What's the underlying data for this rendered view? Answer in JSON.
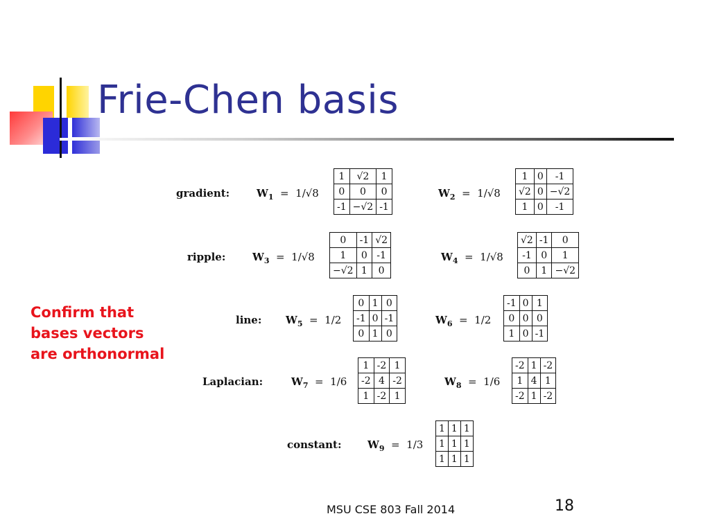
{
  "slide": {
    "title": "Frie-Chen basis",
    "note_lines": [
      "Confirm that",
      "bases vectors",
      "are orthonormal"
    ],
    "footer": "MSU CSE 803 Fall 2014",
    "page_number": "18"
  },
  "rows": [
    {
      "label": "gradient:",
      "left": {
        "name": "W",
        "sub": "1",
        "coef": "1/√8"
      },
      "right": {
        "name": "W",
        "sub": "2",
        "coef": "1/√8"
      }
    },
    {
      "label": "ripple:",
      "left": {
        "name": "W",
        "sub": "3",
        "coef": "1/√8"
      },
      "right": {
        "name": "W",
        "sub": "4",
        "coef": "1/√8"
      }
    },
    {
      "label": "line:",
      "left": {
        "name": "W",
        "sub": "5",
        "coef": "1/2"
      },
      "right": {
        "name": "W",
        "sub": "6",
        "coef": "1/2"
      }
    },
    {
      "label": "Laplacian:",
      "left": {
        "name": "W",
        "sub": "7",
        "coef": "1/6"
      },
      "right": {
        "name": "W",
        "sub": "8",
        "coef": "1/6"
      }
    },
    {
      "label": "constant:",
      "left": {
        "name": "W",
        "sub": "9",
        "coef": "1/3"
      }
    }
  ],
  "matrices": {
    "w1": [
      [
        "1",
        "√2",
        "1"
      ],
      [
        "0",
        "0",
        "0"
      ],
      [
        "-1",
        "−√2",
        "-1"
      ]
    ],
    "w2": [
      [
        "1",
        "0",
        "-1"
      ],
      [
        "√2",
        "0",
        "−√2"
      ],
      [
        "1",
        "0",
        "-1"
      ]
    ],
    "w3": [
      [
        "0",
        "-1",
        "√2"
      ],
      [
        "1",
        "0",
        "-1"
      ],
      [
        "−√2",
        "1",
        "0"
      ]
    ],
    "w4": [
      [
        "√2",
        "-1",
        "0"
      ],
      [
        "-1",
        "0",
        "1"
      ],
      [
        "0",
        "1",
        "−√2"
      ]
    ],
    "w5": [
      [
        "0",
        "1",
        "0"
      ],
      [
        "-1",
        "0",
        "-1"
      ],
      [
        "0",
        "1",
        "0"
      ]
    ],
    "w6": [
      [
        "-1",
        "0",
        "1"
      ],
      [
        "0",
        "0",
        "0"
      ],
      [
        "1",
        "0",
        "-1"
      ]
    ],
    "w7": [
      [
        "1",
        "-2",
        "1"
      ],
      [
        "-2",
        "4",
        "-2"
      ],
      [
        "1",
        "-2",
        "1"
      ]
    ],
    "w8": [
      [
        "-2",
        "1",
        "-2"
      ],
      [
        "1",
        "4",
        "1"
      ],
      [
        "-2",
        "1",
        "-2"
      ]
    ],
    "w9": [
      [
        "1",
        "1",
        "1"
      ],
      [
        "1",
        "1",
        "1"
      ],
      [
        "1",
        "1",
        "1"
      ]
    ]
  }
}
